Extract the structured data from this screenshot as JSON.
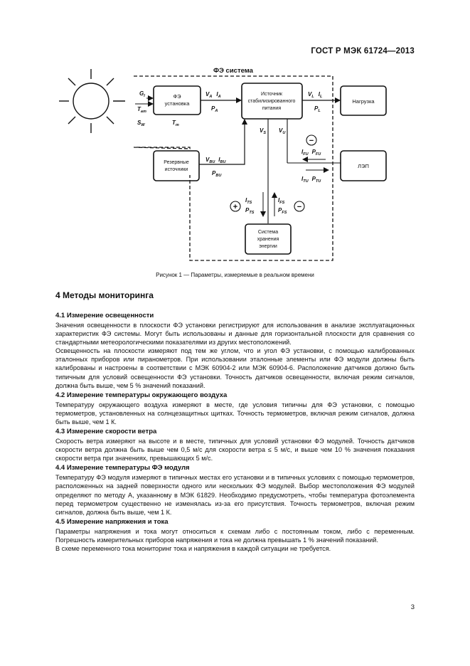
{
  "header": {
    "standard": "ГОСТ Р МЭК 61724—2013"
  },
  "diagram": {
    "system_label": "ФЭ система",
    "pv_box": {
      "line1": "ФЭ",
      "line2": "установка"
    },
    "pv_inputs": {
      "g": "G",
      "g_sub": "I",
      "t": "T",
      "t_sub": "am",
      "s": "S",
      "s_sub": "W"
    },
    "pv_tm": {
      "t": "T",
      "sub": "m"
    },
    "pv_out": {
      "v": "V",
      "v_sub": "A",
      "i": "I",
      "i_sub": "A",
      "p": "P",
      "p_sub": "A"
    },
    "conv_box": {
      "line1": "Источник",
      "line2": "стабилизированного",
      "line3": "питания"
    },
    "load_out": {
      "v": "V",
      "v_sub": "L",
      "i": "I",
      "i_sub": "L",
      "p": "P",
      "p_sub": "L"
    },
    "load_box": {
      "label": "Нагрузка"
    },
    "grid_box": {
      "label": "ЛЭП"
    },
    "backup_box": {
      "line1": "Резервные",
      "line2": "источники"
    },
    "backup_out": {
      "v": "V",
      "v_sub": "BU",
      "i": "I",
      "i_sub": "BU",
      "p": "P",
      "p_sub": "BU"
    },
    "v_s": {
      "v": "V",
      "sub": "S"
    },
    "v_u": {
      "v": "V",
      "sub": "U"
    },
    "grid_from": {
      "i": "I",
      "i_sub": "FU",
      "p": "P",
      "p_sub": "FU"
    },
    "grid_to": {
      "i": "I",
      "i_sub": "TU",
      "p": "P",
      "p_sub": "TU"
    },
    "storage_to": {
      "i": "I",
      "i_sub": "TS",
      "p": "P",
      "p_sub": "TS"
    },
    "storage_from": {
      "i": "I",
      "i_sub": "FS",
      "p": "P",
      "p_sub": "FS"
    },
    "storage_box": {
      "line1": "Система",
      "line2": "хранения",
      "line3": "энергии"
    },
    "plus": "+",
    "minus": "−"
  },
  "caption": "Рисунок 1 — Параметры, измеряемые в реальном времени",
  "section": {
    "title": "4  Методы мониторинга"
  },
  "s41": {
    "title": "4.1  Измерение освещенности",
    "p1": "Значения освещенности в плоскости ФЭ установки регистрируют для использования в анализе эксплуатационных характеристик ФЭ системы. Могут быть использованы и данные для горизонтальной плоскости для сравнения со стандартными метеорологическими показателями из других местоположений.",
    "p2": "Освещенность на плоскости измеряют под тем же углом, что и угол ФЭ установки, с помощью калиброванных эталонных приборов или пиранометров. При использовании эталонные элементы или ФЭ модули должны быть калиброваны и настроены в соответствии с МЭК 60904-2 или МЭК 60904-6. Расположение датчиков должно быть типичным для условий освещенности ФЭ установки. Точность датчиков освещенности, включая режим сигналов, должна быть выше, чем 5 % значений показаний."
  },
  "s42": {
    "title": "4.2  Измерение температуры окружающего воздуха",
    "p1": "Температуру окружающего воздуха измеряют в месте, где условия типичны для ФЭ установки, с помощью термометров, установленных на солнцезащитных щитках. Точность термометров, включая режим сигналов, должна быть выше, чем 1 К."
  },
  "s43": {
    "title": "4.3  Измерение скорости ветра",
    "p1": "Скорость ветра измеряют на высоте и в месте, типичных для условий установки ФЭ модулей. Точность датчиков скорости ветра должна быть выше чем 0,5 м/с для скорости ветра ≤ 5 м/с, и выше чем 10 % значения показания скорости ветра при значениях, превышающих 5 м/с."
  },
  "s44": {
    "title": "4.4  Измерение температуры ФЭ модуля",
    "p1": "Температуру ФЭ модуля измеряют в типичных местах его установки и в типичных условиях с помощью термометров, расположенных на задней поверхности одного или нескольких ФЭ модулей. Выбор местоположения ФЭ модулей определяют по методу А, указанному в МЭК 61829. Необходимо предусмотреть, чтобы температура фотоэлемента перед термометром существенно не изменялась из-за его присутствия. Точность термометров, включая режим сигналов, должна быть выше, чем 1 К."
  },
  "s45": {
    "title": "4.5  Измерение напряжения и тока",
    "p1": "Параметры напряжения и тока могут относиться к схемам либо с постоянным током, либо с переменным. Погрешность измерительных приборов напряжения и тока не должна превышать 1 % значений показаний.",
    "p2": "В схеме переменного тока мониторинг тока и напряжения в каждой ситуации не требуется."
  },
  "page_number": "3"
}
